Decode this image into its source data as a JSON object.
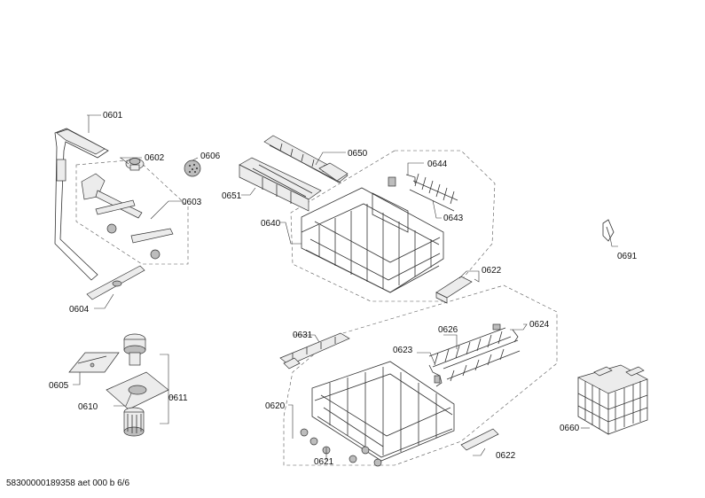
{
  "footer": {
    "document_id": "58300000189358 aet 000 b 6/6"
  },
  "callouts": [
    {
      "id": "p0601",
      "label": "0601"
    },
    {
      "id": "p0602",
      "label": "0602"
    },
    {
      "id": "p0603",
      "label": "0603"
    },
    {
      "id": "p0604",
      "label": "0604"
    },
    {
      "id": "p0605",
      "label": "0605"
    },
    {
      "id": "p0606",
      "label": "0606"
    },
    {
      "id": "p0610",
      "label": "0610"
    },
    {
      "id": "p0611",
      "label": "0611"
    },
    {
      "id": "p0620",
      "label": "0620"
    },
    {
      "id": "p0621",
      "label": "0621"
    },
    {
      "id": "p0622a",
      "label": "0622"
    },
    {
      "id": "p0622b",
      "label": "0622"
    },
    {
      "id": "p0623",
      "label": "0623"
    },
    {
      "id": "p0624",
      "label": "0624"
    },
    {
      "id": "p0626",
      "label": "0626"
    },
    {
      "id": "p0631",
      "label": "0631"
    },
    {
      "id": "p0640",
      "label": "0640"
    },
    {
      "id": "p0643",
      "label": "0643"
    },
    {
      "id": "p0644",
      "label": "0644"
    },
    {
      "id": "p0650",
      "label": "0650"
    },
    {
      "id": "p0651",
      "label": "0651"
    },
    {
      "id": "p0660",
      "label": "0660"
    },
    {
      "id": "p0691",
      "label": "0691"
    }
  ]
}
